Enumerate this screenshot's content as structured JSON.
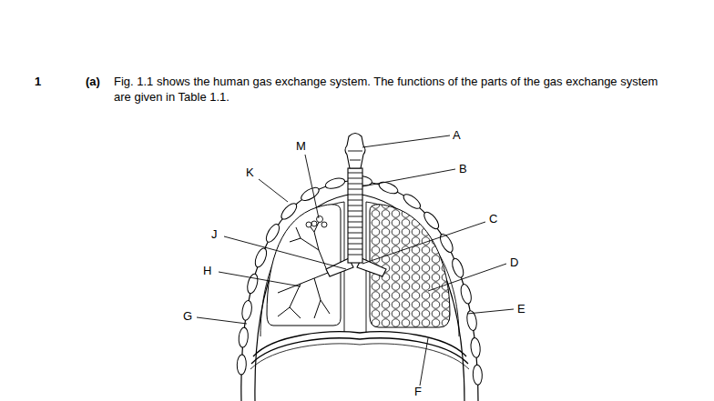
{
  "diagram": {
    "labels": [
      "1",
      "(a)",
      "Fig. 1.1 shows the human gas exchange system. The functions of the parts of the gas exchange system are given in Table 1.1.",
      "A",
      "B",
      "C",
      "D",
      "E",
      "F",
      "G",
      "H",
      "J",
      "K",
      "M"
    ]
  }
}
